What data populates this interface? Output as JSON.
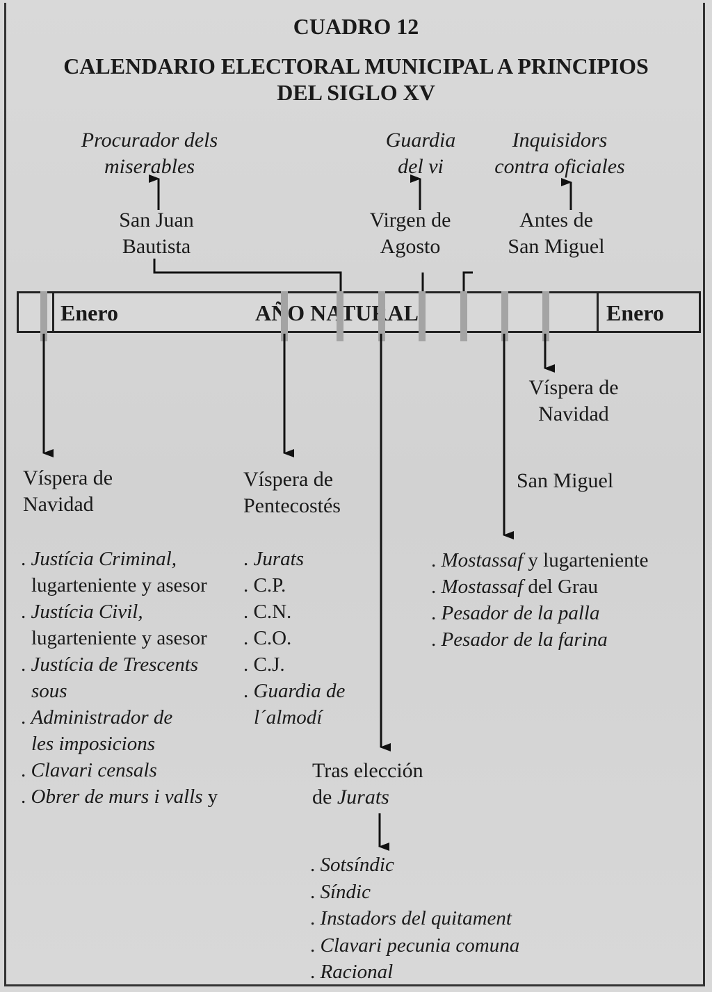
{
  "header": {
    "label": "CUADRO 12",
    "title_line1": "CALENDARIO ELECTORAL MUNICIPAL A PRINCIPIOS",
    "title_line2": "DEL SIGLO XV"
  },
  "top_offices": [
    {
      "line1": "Procurador dels",
      "line2": "miserables"
    },
    {
      "line1": "Guardia",
      "line2": "del vi"
    },
    {
      "line1": "Inquisidors",
      "line2": "contra oficiales"
    }
  ],
  "top_dates": [
    {
      "line1": "San Juan",
      "line2": "Bautista"
    },
    {
      "line1": "Virgen de",
      "line2": "Agosto"
    },
    {
      "line1": "Antes de",
      "line2": "San Miguel"
    }
  ],
  "timeline": {
    "start": "Enero",
    "center": "AÑO  NATURAL",
    "end": "Enero"
  },
  "dates_below": {
    "navidad_left": {
      "line1": "Víspera de",
      "line2": "Navidad"
    },
    "pentecostes": {
      "line1": "Víspera de",
      "line2": "Pentecostés"
    },
    "navidad_right": {
      "line1": "Víspera de",
      "line2": "Navidad"
    },
    "san_miguel": "San Miguel",
    "tras_eleccion": {
      "line1": "Tras elección",
      "line2_prefix": "de ",
      "line2_em": "Jurats"
    }
  },
  "lists": {
    "bullet": ".",
    "navidad": [
      {
        "text": "Justícia Criminal,",
        "italic": true
      },
      {
        "text": "lugarteniente y asesor",
        "italic": false,
        "indent": true
      },
      {
        "text": "Justícia Civil,",
        "italic": true
      },
      {
        "text": "lugarteniente y asesor",
        "italic": false,
        "indent": true
      },
      {
        "text": "Justícia de Trescents",
        "italic": true
      },
      {
        "text": "sous",
        "italic": true,
        "indent": true
      },
      {
        "text": "Administrador de",
        "italic": true
      },
      {
        "text": "les imposicions",
        "italic": true,
        "indent": true
      },
      {
        "text": "Clavari censals",
        "italic": true
      },
      {
        "text": "Obrer de murs i valls",
        "italic": true,
        "suffix": " y"
      }
    ],
    "pentecostes": [
      {
        "text": "Jurats",
        "italic": true
      },
      {
        "text": "C.P.",
        "italic": false
      },
      {
        "text": "C.N.",
        "italic": false
      },
      {
        "text": "C.O.",
        "italic": false
      },
      {
        "text": "C.J.",
        "italic": false
      },
      {
        "text": "Guardia de",
        "italic": true
      },
      {
        "text": "l´almodí",
        "italic": true,
        "indent": true
      }
    ],
    "san_miguel": [
      {
        "text": "Mostassaf",
        "italic": true,
        "suffix": " y lugarteniente"
      },
      {
        "text": "Mostassaf",
        "italic": true,
        "suffix": " del Grau"
      },
      {
        "text": "Pesador de la palla",
        "italic": true
      },
      {
        "text": "Pesador de la farina",
        "italic": true
      }
    ],
    "tras_eleccion": [
      {
        "text": "Sotsíndic",
        "italic": true
      },
      {
        "text": "Síndic",
        "italic": true
      },
      {
        "text": "Instadors del quitament",
        "italic": true
      },
      {
        "text": "Clavari pecunia comuna",
        "italic": true
      },
      {
        "text": "Racional",
        "italic": true
      }
    ]
  }
}
